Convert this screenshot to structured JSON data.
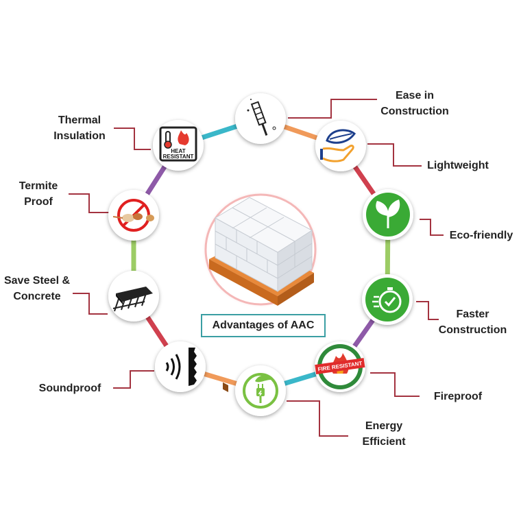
{
  "title": "Advantages of AAC",
  "advantages": [
    {
      "line1": "Ease in",
      "line2": "Construction"
    },
    {
      "line1": "Lightweight",
      "line2": ""
    },
    {
      "line1": "Eco-friendly",
      "line2": ""
    },
    {
      "line1": "Faster",
      "line2": "Construction"
    },
    {
      "line1": "Fireproof",
      "line2": ""
    },
    {
      "line1": "Energy",
      "line2": "Efficient"
    },
    {
      "line1": "Soundproof",
      "line2": ""
    },
    {
      "line1": "Save Steel &",
      "line2": "Concrete"
    },
    {
      "line1": "Termite",
      "line2": "Proof"
    },
    {
      "line1": "Thermal",
      "line2": "Insulation"
    }
  ],
  "icon_text": {
    "heat_resistant": [
      "HEAT",
      "RESISTANT"
    ],
    "fire_resistant": "FIRE RESISTANT"
  },
  "icons": [
    "trowel-icon",
    "hands-leaf-icon",
    "leaves-icon",
    "stopwatch-icon",
    "fire-resistant-badge-icon",
    "plug-leaf-icon",
    "soundwave-icon",
    "rebar-icon",
    "no-termite-icon",
    "thermometer-heat-icon"
  ],
  "colors": {
    "connector": "#a3323f",
    "ring_segments": [
      "#f09a5a",
      "#d0404e",
      "#9ccc65",
      "#8e5aa8",
      "#3ab7c9",
      "#f09a5a",
      "#d0404e",
      "#9ccc65",
      "#8e5aa8",
      "#3ab7c9"
    ],
    "green": "#3aaa35",
    "title_border": "#3a9ea3"
  }
}
